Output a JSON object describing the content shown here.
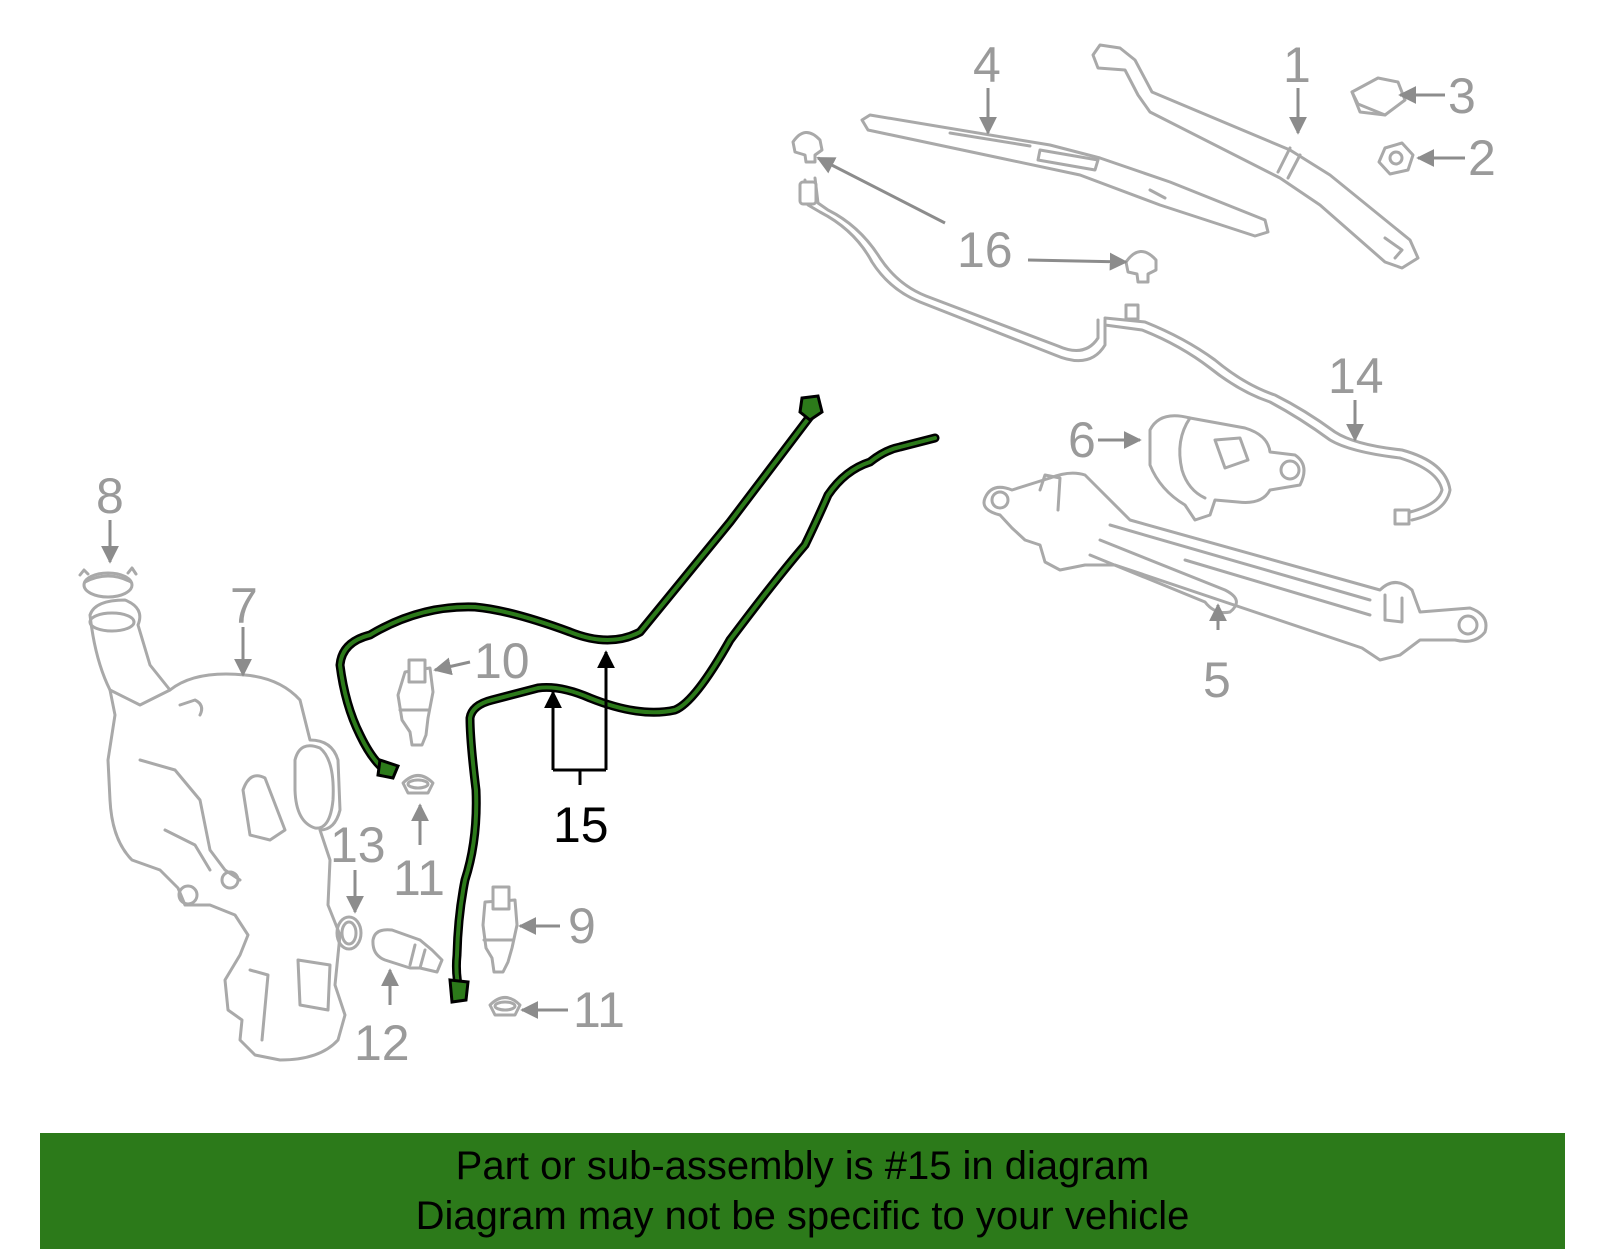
{
  "diagram": {
    "highlight_color": "#2c7a1a",
    "callouts": [
      "1",
      "2",
      "3",
      "4",
      "5",
      "6",
      "7",
      "8",
      "9",
      "10",
      "11",
      "11",
      "12",
      "13",
      "14",
      "15",
      "16",
      "16"
    ]
  },
  "banner": {
    "line1": "Part or sub-assembly is #15 in diagram",
    "line2": "Diagram may not be specific to your vehicle",
    "background": "#2c7a1a"
  }
}
